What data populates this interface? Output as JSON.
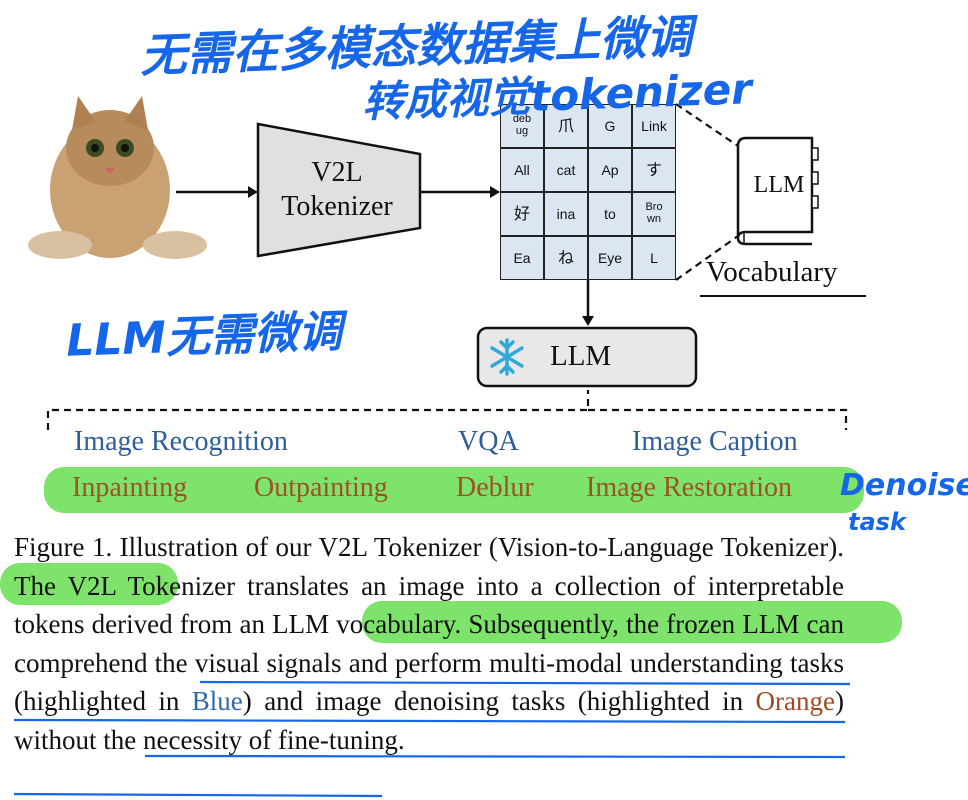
{
  "diagram": {
    "tokenizer_label_line1": "V2L",
    "tokenizer_label_line2": "Tokenizer",
    "grid_tokens": [
      "deb\nug",
      "爪",
      "G",
      "Link",
      "All",
      "cat",
      "Ap",
      "す",
      "好",
      "ina",
      "to",
      "Bro\nwn",
      "Ea",
      "ね",
      "Eye",
      "L"
    ],
    "book_label": "LLM",
    "vocabulary_label": "Vocabulary",
    "llm_box_label": "LLM",
    "tasks_blue": [
      "Image Recognition",
      "VQA",
      "Image Caption"
    ],
    "tasks_orange": [
      "Inpainting",
      "Outpainting",
      "Deblur",
      "Image Restoration"
    ],
    "colors": {
      "blue_task": "#2f5d99",
      "orange_task": "#9a5322",
      "highlight": "#7ee36b",
      "handwriting": "#1566e8",
      "grid_fill": "#dce6f2"
    }
  },
  "caption": {
    "prefix": "Figure 1.  Illustration of our V2L Tokenizer (Vision-to-Language Tokenizer).  The V2L Tokenizer translates an image into a collection of interpretable tokens derived from an LLM vocabulary. Subsequently, the frozen LLM can comprehend the visual signals and perform multi-modal understanding tasks (highlighted in ",
    "blue_word": "Blue",
    "middle": ") and image denoising tasks (highlighted in ",
    "orange_word": "Orange",
    "suffix": ") without the necessity of fine-tuning."
  },
  "annotations": {
    "top_line1": "无需在多模态数据集上微调",
    "top_line2": "转成视觉tokenizer",
    "left_note": "LLM无需微调",
    "right_note_line1": "Denoise",
    "right_note_line2": "task"
  }
}
